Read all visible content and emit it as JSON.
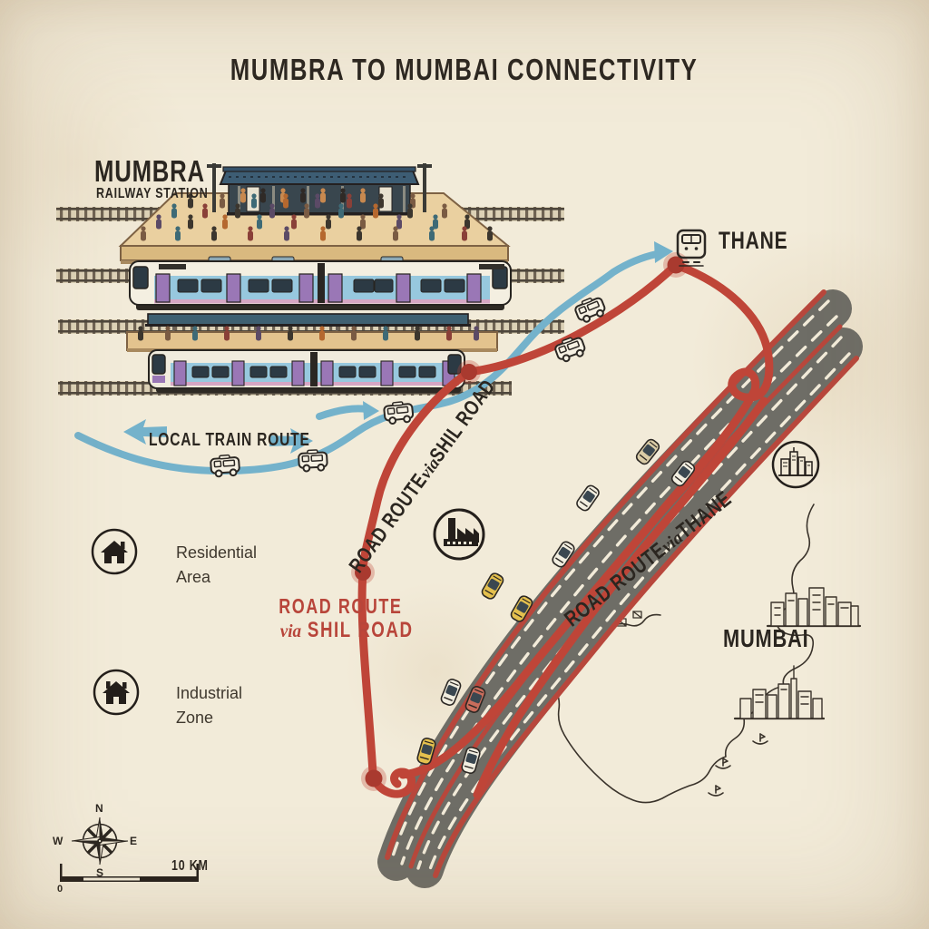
{
  "title": "MUMBRA TO MUMBAI CONNECTIVITY",
  "station": {
    "name": "MUMBRA",
    "subtitle": "RAILWAY STATION"
  },
  "places": {
    "thane": "THANE",
    "mumbai": "MUMBAI"
  },
  "routes": {
    "local_train": {
      "label": "LOCAL TRAIN ROUTE",
      "color": "#74b2cb"
    },
    "shil_road_along": {
      "pre": "ROAD ROUTE",
      "via": "via",
      "post": "SHIL ROAD"
    },
    "shil_road_callout": {
      "line1": "ROAD ROUTE",
      "via": "via",
      "line2": "SHIL ROAD",
      "color": "#b8453a"
    },
    "thane_road": {
      "pre": "ROAD ROUTE",
      "via": "via",
      "post": "THANE"
    }
  },
  "legend": {
    "residential": {
      "line1": "Residential",
      "line2": "Area"
    },
    "industrial": {
      "line1": "Industrial",
      "line2": "Zone"
    }
  },
  "compass": {
    "north": "N",
    "east": "E",
    "south": "S",
    "west": "W"
  },
  "scale_bar": {
    "distance_label": "10 KM",
    "origin_label": "0"
  },
  "colors": {
    "paper": "#f2ebd9",
    "ink": "#2b2620",
    "route_red": "#bf4538",
    "route_blue": "#74b2cb",
    "highway_gray": "#6e6d66",
    "platform_tan": "#e6c893",
    "roof_teal": "#3f5f72",
    "train_blue": "#97c8de",
    "train_purple": "#9a77b6",
    "taxi_yellow": "#e4c04e"
  }
}
